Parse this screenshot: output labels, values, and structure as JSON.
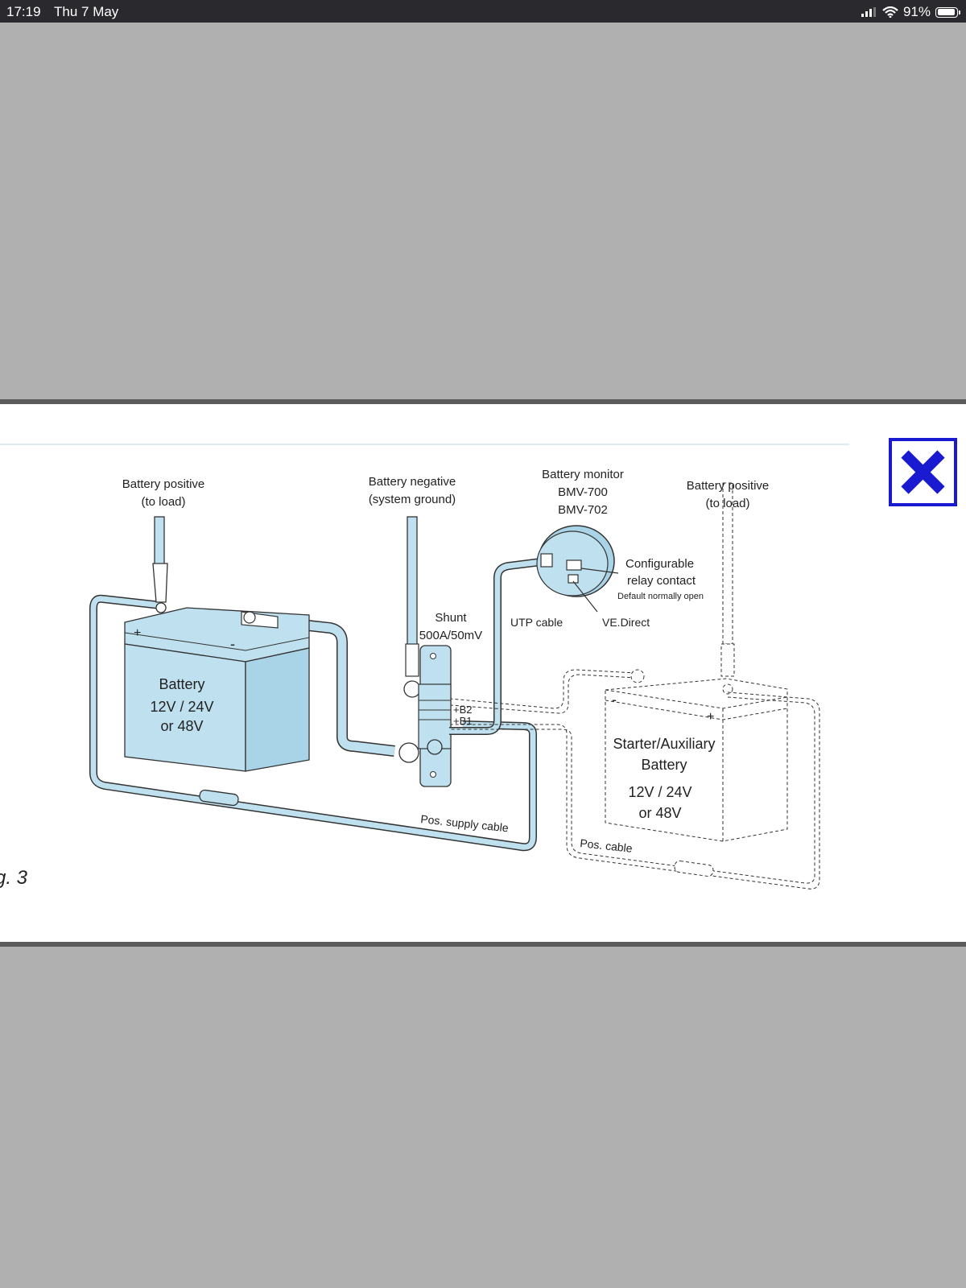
{
  "status_bar": {
    "time": "17:19",
    "date": "Thu 7 May",
    "battery_percent": "91%",
    "icons": [
      "cellular-signal-icon",
      "wifi-icon",
      "battery-icon"
    ]
  },
  "viewer": {
    "close_icon": "close-x-icon",
    "accent_color": "#1a1ad0"
  },
  "diagram": {
    "labels": {
      "bat_pos_left_1": "Battery positive",
      "bat_pos_left_2": "(to load)",
      "bat_neg_1": "Battery negative",
      "bat_neg_2": "(system ground)",
      "monitor_1": "Battery monitor",
      "monitor_2": "BMV-700",
      "monitor_3": "BMV-702",
      "bat_pos_right_1": "Battery positive",
      "bat_pos_right_2": "(to load)",
      "relay_1": "Configurable",
      "relay_2": "relay contact",
      "relay_3": "Default normally open",
      "shunt_1": "Shunt",
      "shunt_2": "500A/50mV",
      "utp": "UTP cable",
      "vedirect": "VE.Direct",
      "b2": "+B2",
      "b1": "+B1",
      "main_battery_1": "Battery",
      "main_battery_2": "12V  / 24V",
      "main_battery_3": "or 48V",
      "plus": "+",
      "minus": "-",
      "starter_1": "Starter/Auxiliary",
      "starter_2": "Battery",
      "starter_3": "12V  / 24V",
      "starter_4": "or 48V",
      "pos_supply": "Pos. supply cable",
      "pos_cable": "Pos. cable",
      "fig": "g. 3"
    },
    "colors": {
      "cable_fill": "#bfe0ee",
      "outline": "#333333",
      "rule": "#cfe6ef"
    }
  }
}
